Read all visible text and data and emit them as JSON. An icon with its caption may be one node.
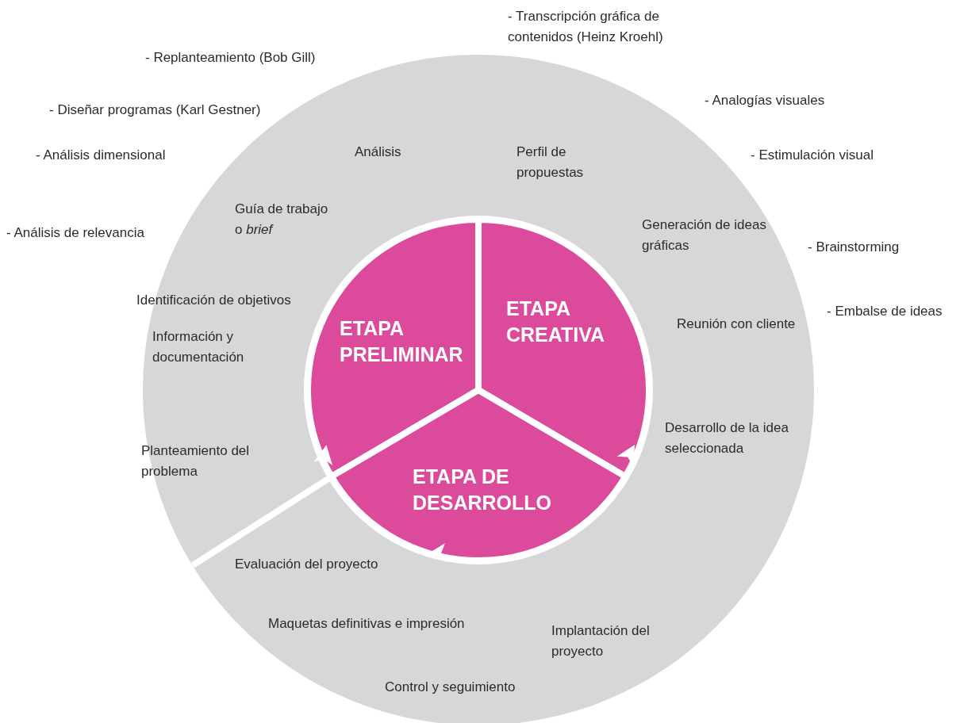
{
  "diagram": {
    "nodes": [
      {
        "text": [
          "ETAPA PRELIMINAR"
        ]
      },
      {
        "text": [
          "ETAPA CREATIVA"
        ]
      },
      {
        "text": [
          "ETAPA DE DESARROLLO"
        ]
      }
    ],
    "edges": [],
    "labels": [
      "- Transcripción gráfica de contenidos (Heinz Kroehl)",
      "- Replanteamiento (Bob Gill)",
      "- Analogías visuales",
      "- Diseñar programas (Karl Gestner)",
      "Análisis",
      "Perfil de propuestas",
      "- Análisis dimensional",
      "- Estimulación visual",
      "Guía de trabajo o *brief*",
      "Generación de ideas gráficas",
      "- Análisis de relevancia",
      "- Brainstorming",
      "Identificación de objetivos",
      "- Embalse de ideas",
      "Reunión con cliente",
      "Información y documentación",
      "Desarrollo de la idea seleccionada",
      "Planteamiento del problema",
      "Evaluación del proyecto",
      "Maquetas definitivas e impresión",
      "Implantación del proyecto",
      "Control y seguimiento"
    ]
  }
}
